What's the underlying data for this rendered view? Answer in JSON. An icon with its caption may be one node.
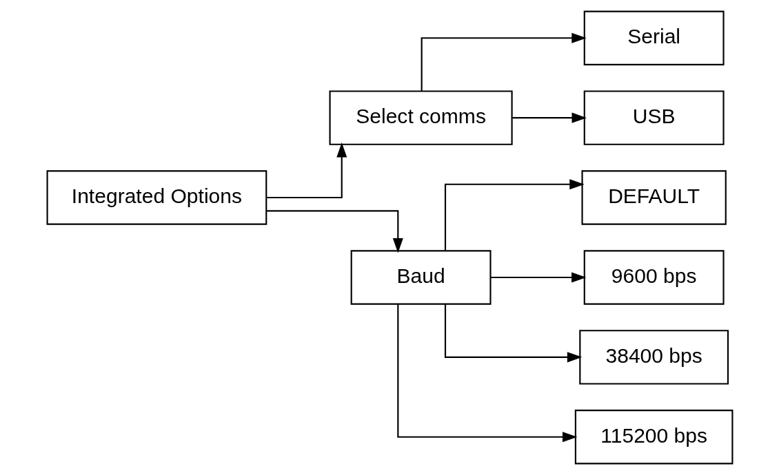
{
  "diagram": {
    "nodes": [
      {
        "text": [
          "Integrated Options"
        ]
      },
      {
        "text": [
          "Select comms"
        ]
      },
      {
        "text": [
          "Serial"
        ]
      },
      {
        "text": [
          "USB"
        ]
      },
      {
        "text": [
          "Baud"
        ]
      },
      {
        "text": [
          "DEFAULT"
        ]
      },
      {
        "text": [
          "9600 bps"
        ]
      },
      {
        "text": [
          "38400 bps"
        ]
      },
      {
        "text": [
          "115200 bps"
        ]
      }
    ],
    "edges": [
      {
        "from": 0,
        "to": 1,
        "arrow": "to"
      },
      {
        "from": 0,
        "to": 4,
        "arrow": "to"
      },
      {
        "from": 1,
        "to": 2,
        "arrow": "to"
      },
      {
        "from": 1,
        "to": 3,
        "arrow": "to"
      },
      {
        "from": 4,
        "to": 5,
        "arrow": "to"
      },
      {
        "from": 4,
        "to": 6,
        "arrow": "to"
      },
      {
        "from": 4,
        "to": 7,
        "arrow": "to"
      },
      {
        "from": 4,
        "to": 8,
        "arrow": "to"
      }
    ]
  }
}
